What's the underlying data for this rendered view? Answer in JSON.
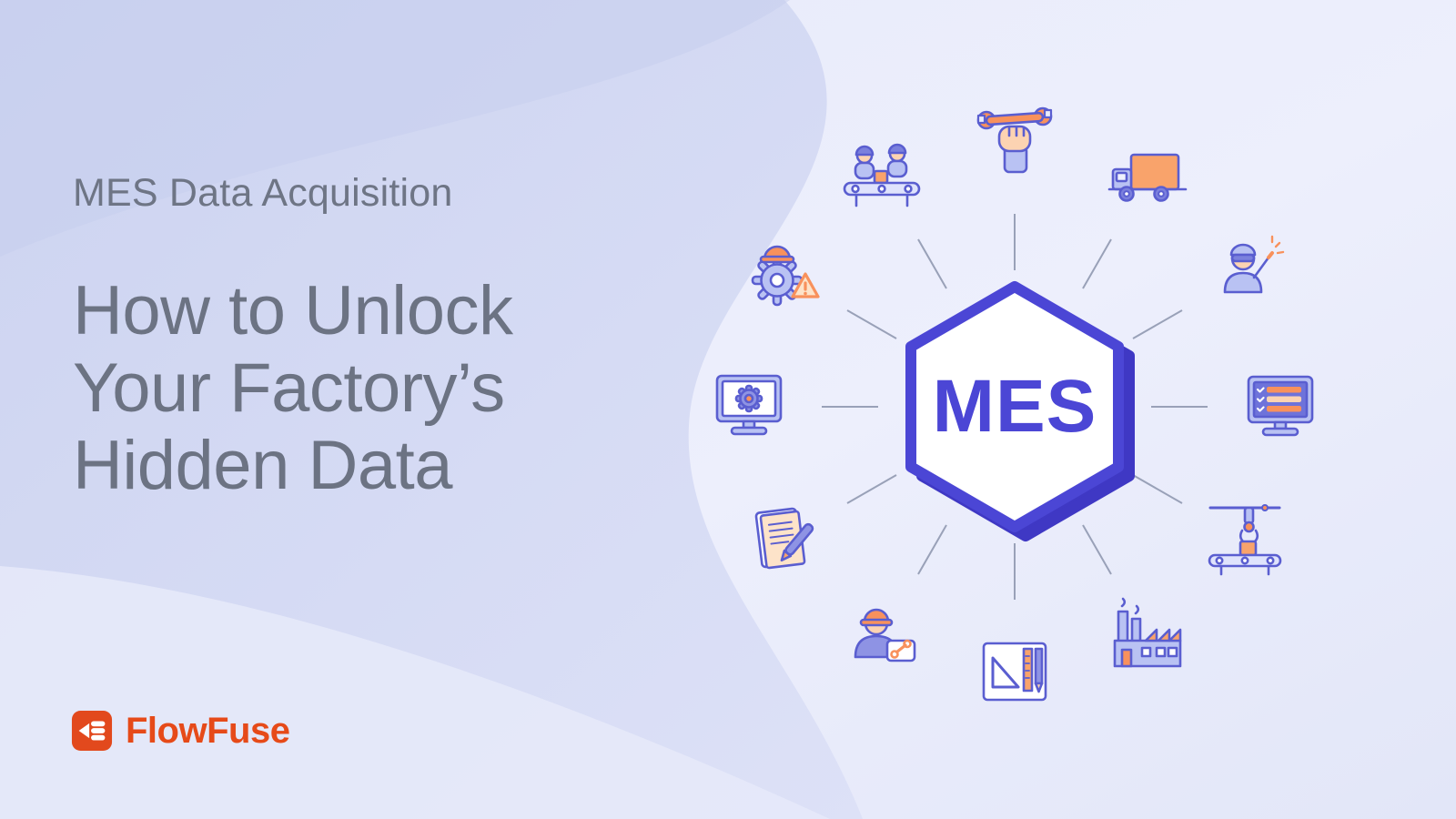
{
  "hero": {
    "kicker": "MES Data Acquisition",
    "title_line1": "How to Unlock",
    "title_line2": "Your Factory’s",
    "title_line3": "Hidden Data"
  },
  "brand": {
    "name": "FlowFuse"
  },
  "diagram": {
    "hub_label": "MES",
    "nodes": [
      {
        "name": "hand-holding-wrench",
        "position": "top"
      },
      {
        "name": "delivery-truck",
        "position": "top-right"
      },
      {
        "name": "welder",
        "position": "upper-right"
      },
      {
        "name": "task-checklist-monitor",
        "position": "right"
      },
      {
        "name": "robotic-arm-conveyor",
        "position": "lower-right"
      },
      {
        "name": "factory",
        "position": "bottom-right"
      },
      {
        "name": "drafting-tools",
        "position": "bottom"
      },
      {
        "name": "engineer-with-tools",
        "position": "bottom-left"
      },
      {
        "name": "document-signing",
        "position": "lower-left"
      },
      {
        "name": "monitor-with-gear",
        "position": "left"
      },
      {
        "name": "gear-hard-hat-warning",
        "position": "upper-left"
      },
      {
        "name": "assembly-line-workers",
        "position": "top-left"
      }
    ]
  },
  "colors": {
    "background_light": "#eaedfb",
    "background_band": "#d7dcf5",
    "hub_indigo": "#4b46d5",
    "hub_shadow": "#3f38c4",
    "heading_gray": "#6c7383",
    "brand_orange": "#e64a19",
    "icon_outline": "#5a5ed0",
    "icon_fill": "#b9c2f3",
    "icon_accent": "#f8915c"
  }
}
